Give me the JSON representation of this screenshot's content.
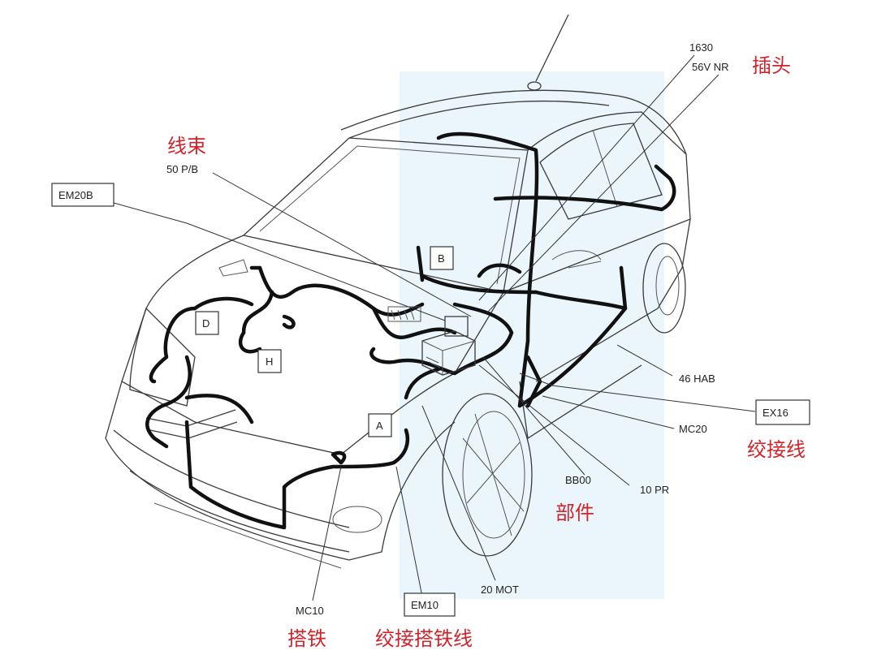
{
  "labels": {
    "code_1630": "1630",
    "code_56vnr": "56V NR",
    "code_50pb": "50 P/B",
    "code_46hab": "46 HAB",
    "code_mc20": "MC20",
    "code_bb00": "BB00",
    "code_10pr": "10 PR",
    "code_20mot": "20 MOT",
    "code_mc10": "MC10"
  },
  "boxes": {
    "em20b": "EM20B",
    "ex16": "EX16",
    "em10": "EM10",
    "b": "B",
    "d": "D",
    "h": "H",
    "a": "A"
  },
  "annotations": {
    "connector": "插头",
    "harness": "线束",
    "splice": "绞接线",
    "component": "部件",
    "ground": "搭铁",
    "splice_ground": "绞接搭铁线"
  },
  "colors": {
    "annotation": "#d2232a",
    "harness": "#111111",
    "watermark": "#d9ecfa"
  }
}
